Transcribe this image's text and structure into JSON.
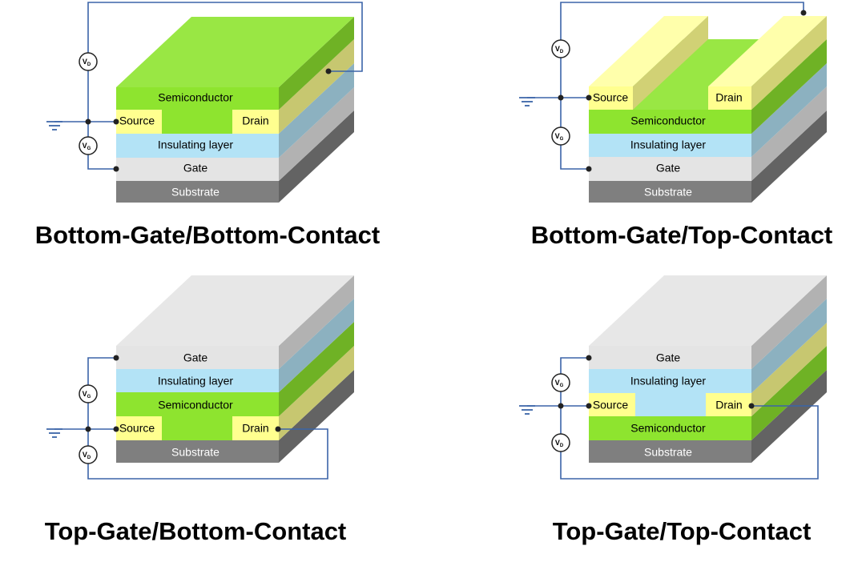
{
  "colors": {
    "wire": "#3b64a8",
    "substrate": "#7f7f7f",
    "gate": "#e4e4e4",
    "insulator": "#b3e3f6",
    "semiconductor": "#8ee42f",
    "contact": "#ffff8f"
  },
  "labels": {
    "semiconductor": "Semiconductor",
    "source": "Source",
    "drain": "Drain",
    "insulating_layer": "Insulating layer",
    "gate": "Gate",
    "substrate": "Substrate",
    "vd_main": "V",
    "vd_sub": "D",
    "vg_main": "V",
    "vg_sub": "G"
  },
  "diagrams": [
    {
      "id": "bgbc",
      "title": "Bottom-Gate/Bottom-Contact"
    },
    {
      "id": "bgtc",
      "title": "Bottom-Gate/Top-Contact"
    },
    {
      "id": "tgbc",
      "title": "Top-Gate/Bottom-Contact"
    },
    {
      "id": "tgtc",
      "title": "Top-Gate/Top-Contact"
    }
  ]
}
